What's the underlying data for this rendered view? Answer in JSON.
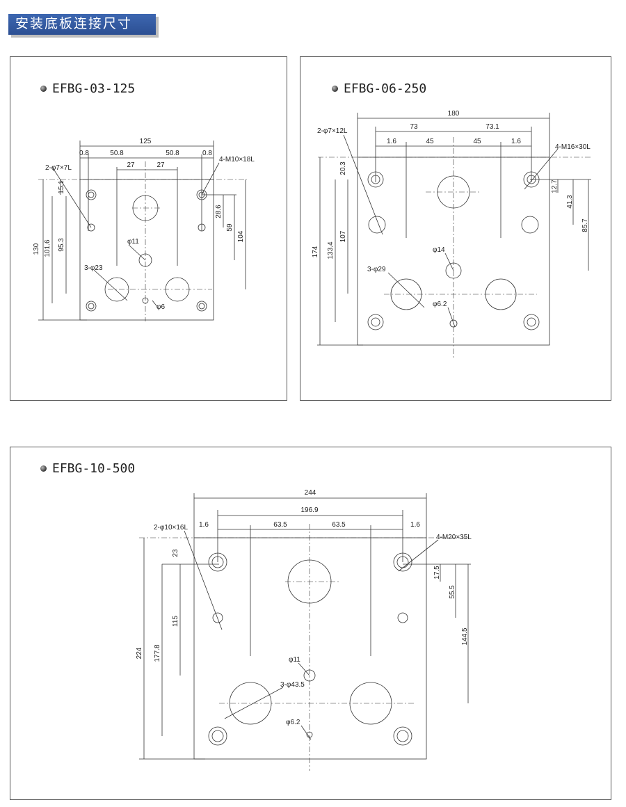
{
  "header": {
    "title": "安装底板连接尺寸"
  },
  "colors": {
    "header_bg": "#2f5399",
    "line": "#333333"
  },
  "icons": {
    "title_bullet": "sphere-bullet-icon"
  },
  "panels": [
    {
      "model": "EFBG-03-125",
      "dimensions": {
        "overall_width": "125",
        "edge_left": "0.8",
        "span_left": "50.8",
        "span_right": "50.8",
        "edge_right": "0.8",
        "half_left": "27",
        "half_right": "27",
        "height_overall": "130",
        "h_101": "101.6",
        "h_95": "95.3",
        "top_offset": "15.1",
        "r_28": "28.6",
        "r_59": "59",
        "r_104": "104"
      },
      "callouts": {
        "pin_holes": "2-φ7×7L",
        "thread": "4-M10×18L",
        "center_hole": "φ11",
        "ports": "3-φ23",
        "small_hole": "φ6"
      }
    },
    {
      "model": "EFBG-06-250",
      "dimensions": {
        "overall_width": "180",
        "span_left": "73",
        "span_right": "73.1",
        "edge_left": "1.6",
        "half_left": "45",
        "half_right": "45",
        "edge_right": "1.6",
        "height_overall": "174",
        "h_133": "133.4",
        "h_107": "107",
        "top_offset": "20.3",
        "r_12": "12.7",
        "r_41": "41.3",
        "r_85": "85.7"
      },
      "callouts": {
        "pin_holes": "2-φ7×12L",
        "thread": "4-M16×30L",
        "center_hole": "φ14",
        "ports": "3-φ29",
        "small_hole": "φ6.2"
      }
    },
    {
      "model": "EFBG-10-500",
      "dimensions": {
        "overall_width": "244",
        "span": "196.9",
        "edge_left": "1.6",
        "half_left": "63.5",
        "half_right": "63.5",
        "edge_right": "1.6",
        "height_overall": "224",
        "h_177": "177.8",
        "h_115": "115",
        "top_offset": "23",
        "r_17": "17.5",
        "r_55": "55.5",
        "r_144": "144.5"
      },
      "callouts": {
        "pin_holes": "2-φ10×16L",
        "thread": "4-M20×35L",
        "center_hole": "φ11",
        "ports": "3-φ43.5",
        "small_hole": "φ6.2"
      }
    }
  ]
}
